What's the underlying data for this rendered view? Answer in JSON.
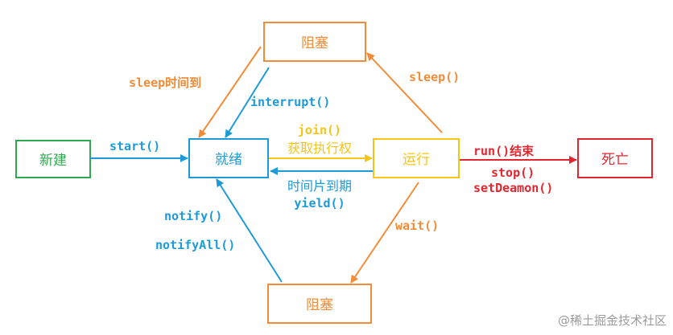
{
  "colors": {
    "green": "#2fa84f",
    "blue": "#1e9bd7",
    "orange": "#f28c38",
    "yellow": "#f5c518",
    "red": "#e2262f"
  },
  "states": {
    "new": "新建",
    "ready": "就绪",
    "running": "运行",
    "dead": "死亡",
    "blocked_top": "阻塞",
    "blocked_bottom": "阻塞"
  },
  "transitions": {
    "start": "start()",
    "sleep_expired": "sleep时间到",
    "interrupt": "interrupt()",
    "join": "join()",
    "acquire_cpu": "获取执行权",
    "timeslice_expired": "时间片到期",
    "yield": "yield()",
    "sleep": "sleep()",
    "run_end": "run()结束",
    "stop": "stop()",
    "set_daemon": "setDeamon()",
    "wait": "wait()",
    "notify": "notify()",
    "notify_all": "notifyAll()"
  },
  "watermark": "@稀土掘金技术社区"
}
